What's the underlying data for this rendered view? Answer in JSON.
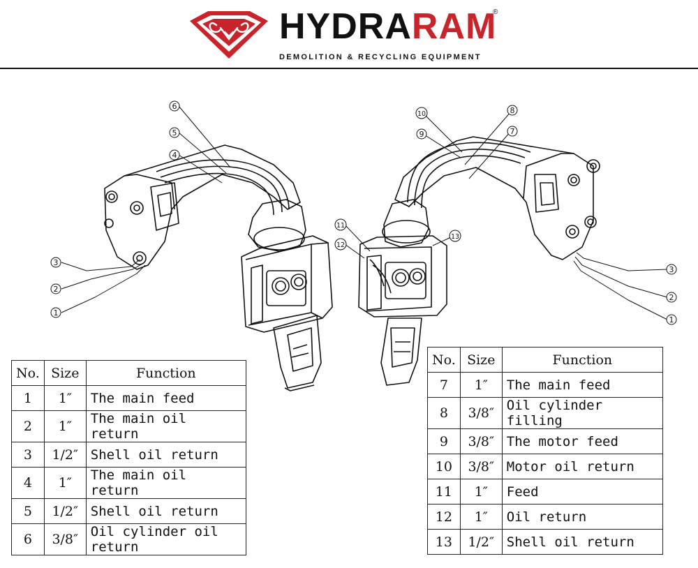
{
  "brand": {
    "name_part1": "HYDRA",
    "name_part2": "RAM",
    "registered": "®",
    "tagline": "DEMOLITION & RECYCLING EQUIPMENT",
    "colors": {
      "black": "#111111",
      "red": "#c8242b"
    }
  },
  "diagram": {
    "left_callouts": [
      "1",
      "2",
      "3",
      "4",
      "5",
      "6"
    ],
    "right_callouts": [
      "1",
      "2",
      "3",
      "7",
      "8",
      "9",
      "10",
      "11",
      "12",
      "13"
    ]
  },
  "left_table": {
    "headers": [
      "No.",
      "Size",
      "Function"
    ],
    "rows": [
      [
        "1",
        "1″",
        "The main feed"
      ],
      [
        "2",
        "1″",
        "The main oil return"
      ],
      [
        "3",
        "1/2″",
        "Shell oil return"
      ],
      [
        "4",
        "1″",
        "The main oil return"
      ],
      [
        "5",
        "1/2″",
        "Shell oil return"
      ],
      [
        "6",
        "3/8″",
        "Oil cylinder oil return"
      ]
    ]
  },
  "right_table": {
    "headers": [
      "No.",
      "Size",
      "Function"
    ],
    "rows": [
      [
        "7",
        "1″",
        "The main feed"
      ],
      [
        "8",
        "3/8″",
        "Oil cylinder filling"
      ],
      [
        "9",
        "3/8″",
        "The motor feed"
      ],
      [
        "10",
        "3/8″",
        "Motor oil return"
      ],
      [
        "11",
        "1″",
        "Feed"
      ],
      [
        "12",
        "1″",
        "Oil return"
      ],
      [
        "13",
        "1/2″",
        "Shell oil return"
      ]
    ]
  }
}
